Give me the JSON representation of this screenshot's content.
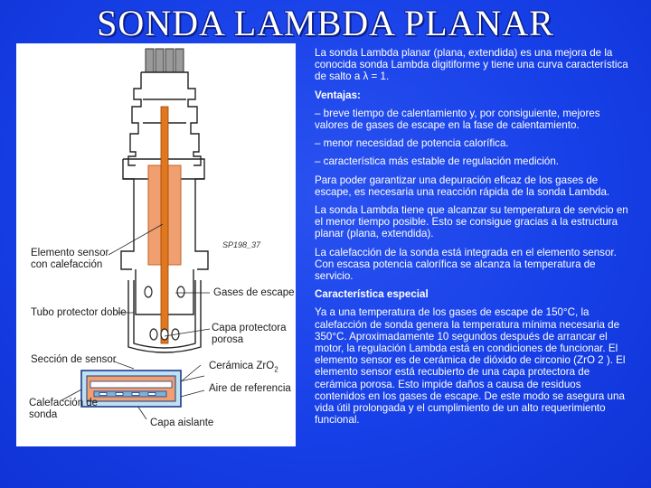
{
  "title": "SONDA LAMBDA PLANAR",
  "figure": {
    "code": "SP198_37",
    "labels": {
      "sensor_element": [
        "Elemento sensor",
        "con calefacción"
      ],
      "exhaust_gas": "Gases de escape",
      "double_tube": "Tubo protector doble",
      "protective_layer": [
        "Capa protectora",
        "porosa"
      ],
      "sensor_section": "Sección de sensor",
      "ceramic": "Cerámica ZrO",
      "ceramic_sub": "2",
      "reference_air": "Aire de referencia",
      "heating": [
        "Calefacción de",
        "sonda"
      ],
      "insulating_layer": "Capa aislante"
    },
    "colors": {
      "ceramic": "#f0a070",
      "section_bg": "#bfe0f0",
      "insulating": "#7fb0d8"
    }
  },
  "body": {
    "intro": "La sonda Lambda planar (plana, extendida) es una mejora de la conocida sonda Lambda digitiforme y tiene una curva característica de salto a λ = 1.",
    "advantages_heading": "Ventajas:",
    "adv1": "– breve tiempo de calentamiento y, por consiguiente, mejores valores de gases de escape en la fase de calentamiento.",
    "adv2": "– menor necesidad de potencia calorífica.",
    "adv3": "– característica más estable de regulación medición.",
    "p_purification": "Para poder garantizar una depuración eficaz de los gases de escape, es necesaria una reacción rápida de la sonda Lambda.",
    "p_temperature": "La sonda Lambda tiene que alcanzar su temperatura de servicio en el menor tiempo posible. Esto se consigue gracias a la estructura planar (plana, extendida).",
    "p_heating": "La calefacción de la sonda está integrada en el elemento sensor. Con escasa potencia calorífica se alcanza la temperatura de servicio.",
    "special_heading": "Característica especial",
    "p_special": "Ya a una temperatura de los gases de escape de 150°C, la calefacción de sonda genera la temperatura mínima necesaria de 350°C. Aproximadamente 10 segundos después de arrancar el motor, la regulación Lambda está en condiciones de funcionar. El elemento sensor es de cerámica de dióxido de circonio (ZrO 2 ). El elemento sensor está recubierto de una capa protectora de cerámica porosa. Esto impide daños a causa de residuos contenidos en los gases de escape. De este modo se asegura una vida útil prolongada y el cumplimiento de un alto requerimiento funcional."
  }
}
